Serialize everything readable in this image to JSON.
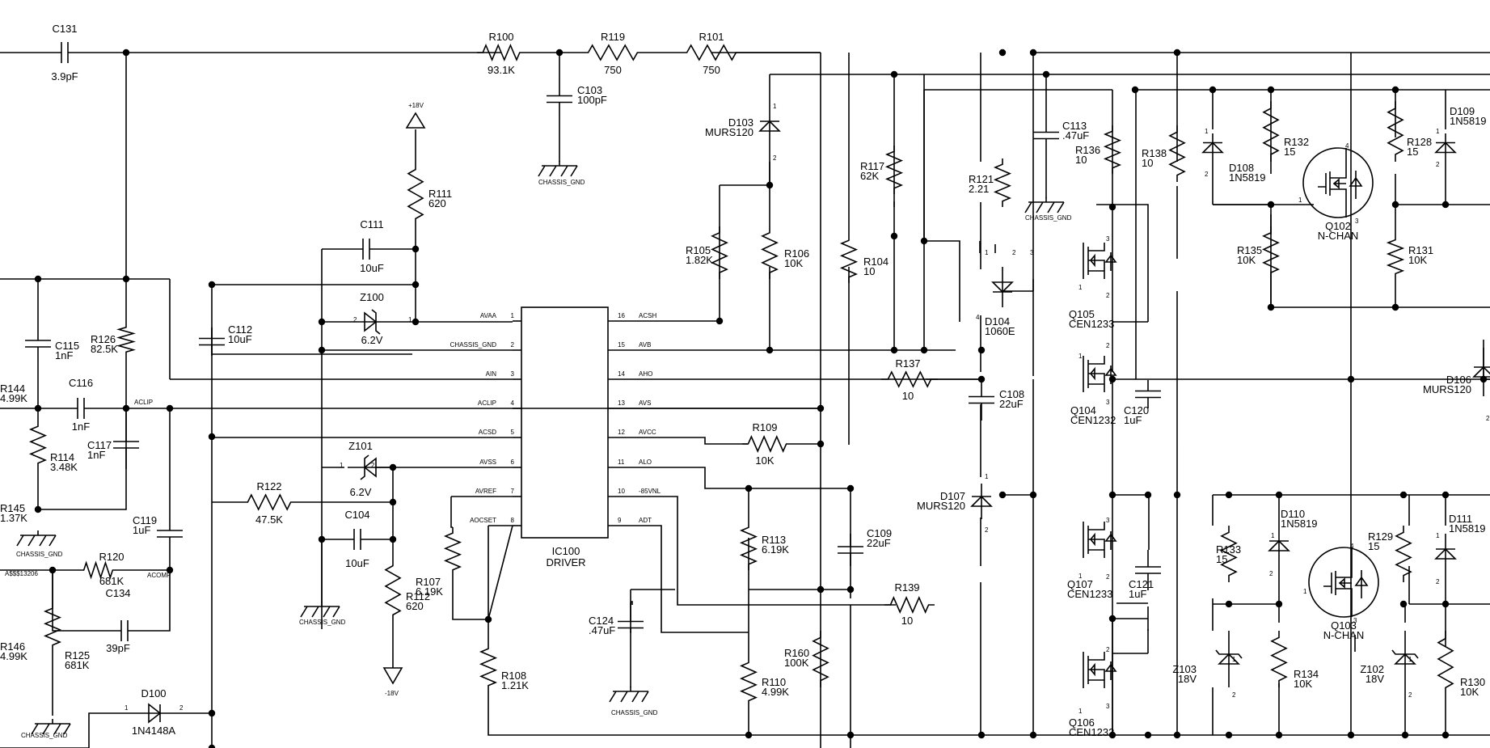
{
  "ic": {
    "ref": "IC100",
    "name": "DRIVER"
  },
  "ic_pins_left": [
    {
      "num": "1",
      "net": "AVAA"
    },
    {
      "num": "2",
      "net": "CHASSIS_GND"
    },
    {
      "num": "3",
      "net": "AIN"
    },
    {
      "num": "4",
      "net": "ACLIP"
    },
    {
      "num": "5",
      "net": "ACSD"
    },
    {
      "num": "6",
      "net": "AVSS"
    },
    {
      "num": "7",
      "net": "AVREF"
    },
    {
      "num": "8",
      "net": "AOCSET"
    }
  ],
  "ic_pins_right": [
    {
      "num": "16",
      "net": "ACSH"
    },
    {
      "num": "15",
      "net": "AVB"
    },
    {
      "num": "14",
      "net": "AHO"
    },
    {
      "num": "13",
      "net": "AVS"
    },
    {
      "num": "12",
      "net": "AVCC"
    },
    {
      "num": "11",
      "net": "ALO"
    },
    {
      "num": "10",
      "net": "-85VNL"
    },
    {
      "num": "9",
      "net": "ADT"
    }
  ],
  "power": {
    "pos": "+18V",
    "neg": "-18V"
  },
  "gnd_label": "CHASSIS_GND",
  "net_labels": {
    "aclip": "ACLIP",
    "acomp": "ACOMP",
    "input": "A$$$13206"
  },
  "parts": [
    {
      "id": "c131",
      "ref": "C131",
      "val": "3.9pF"
    },
    {
      "id": "r100",
      "ref": "R100",
      "val": "93.1K"
    },
    {
      "id": "r119",
      "ref": "R119",
      "val": "750"
    },
    {
      "id": "r101",
      "ref": "R101",
      "val": "750"
    },
    {
      "id": "c103",
      "ref": "C103",
      "val": "100pF"
    },
    {
      "id": "r111",
      "ref": "R111",
      "val": "620"
    },
    {
      "id": "c111",
      "ref": "C111",
      "val": "10uF"
    },
    {
      "id": "z100",
      "ref": "Z100",
      "val": "6.2V"
    },
    {
      "id": "c112",
      "ref": "C112",
      "val": "10uF"
    },
    {
      "id": "c115",
      "ref": "C115",
      "val": "1nF"
    },
    {
      "id": "r126",
      "ref": "R126",
      "val": "82.5K"
    },
    {
      "id": "c116",
      "ref": "C116",
      "val": "1nF"
    },
    {
      "id": "r144",
      "ref": "R144",
      "val": "4.99K"
    },
    {
      "id": "c117",
      "ref": "C117",
      "val": "1nF"
    },
    {
      "id": "r114",
      "ref": "R114",
      "val": "3.48K"
    },
    {
      "id": "r145",
      "ref": "R145",
      "val": "1.37K"
    },
    {
      "id": "c119",
      "ref": "C119",
      "val": "1uF"
    },
    {
      "id": "r120",
      "ref": "R120",
      "val": "681K"
    },
    {
      "id": "c134",
      "ref": "C134",
      "val": "39pF"
    },
    {
      "id": "r146",
      "ref": "R146",
      "val": "4.99K"
    },
    {
      "id": "r125",
      "ref": "R125",
      "val": "681K"
    },
    {
      "id": "d100",
      "ref": "D100",
      "val": "1N4148A"
    },
    {
      "id": "z101",
      "ref": "Z101",
      "val": "6.2V"
    },
    {
      "id": "r122",
      "ref": "R122",
      "val": "47.5K"
    },
    {
      "id": "c104",
      "ref": "C104",
      "val": "10uF"
    },
    {
      "id": "r112",
      "ref": "R112",
      "val": "620"
    },
    {
      "id": "r107",
      "ref": "R107",
      "val": "6.19K"
    },
    {
      "id": "r108",
      "ref": "R108",
      "val": "1.21K"
    },
    {
      "id": "c124",
      "ref": "C124",
      "val": ".47uF"
    },
    {
      "id": "d103",
      "ref": "D103",
      "val": "MURS120"
    },
    {
      "id": "r105",
      "ref": "R105",
      "val": "1.82K"
    },
    {
      "id": "r106",
      "ref": "R106",
      "val": "10K"
    },
    {
      "id": "r109",
      "ref": "R109",
      "val": "10K"
    },
    {
      "id": "r113",
      "ref": "R113",
      "val": "6.19K"
    },
    {
      "id": "r110",
      "ref": "R110",
      "val": "4.99K"
    },
    {
      "id": "r160",
      "ref": "R160",
      "val": "100K"
    },
    {
      "id": "r104",
      "ref": "R104",
      "val": "10"
    },
    {
      "id": "c109",
      "ref": "C109",
      "val": "22uF"
    },
    {
      "id": "r139",
      "ref": "R139",
      "val": "10"
    },
    {
      "id": "r117",
      "ref": "R117",
      "val": "62K"
    },
    {
      "id": "r121",
      "ref": "R121",
      "val": "2.21"
    },
    {
      "id": "c113",
      "ref": "C113",
      "val": ".47uF"
    },
    {
      "id": "d104",
      "ref": "D104",
      "val": "1060E"
    },
    {
      "id": "r137",
      "ref": "R137",
      "val": "10"
    },
    {
      "id": "c108",
      "ref": "C108",
      "val": "22uF"
    },
    {
      "id": "d107",
      "ref": "D107",
      "val": "MURS120"
    },
    {
      "id": "r136",
      "ref": "R136",
      "val": "10"
    },
    {
      "id": "q105",
      "ref": "Q105",
      "val": "CEN1233"
    },
    {
      "id": "q104",
      "ref": "Q104",
      "val": "CEN1232"
    },
    {
      "id": "c120",
      "ref": "C120",
      "val": "1uF"
    },
    {
      "id": "q107",
      "ref": "Q107",
      "val": "CEN1233"
    },
    {
      "id": "c121",
      "ref": "C121",
      "val": "1uF"
    },
    {
      "id": "q106",
      "ref": "Q106",
      "val": "CEN1232"
    },
    {
      "id": "r138",
      "ref": "R138",
      "val": "10"
    },
    {
      "id": "d108",
      "ref": "D108",
      "val": "1N5819"
    },
    {
      "id": "r132",
      "ref": "R132",
      "val": "15"
    },
    {
      "id": "r135",
      "ref": "R135",
      "val": "10K"
    },
    {
      "id": "q102",
      "ref": "Q102",
      "val": "N-CHAN"
    },
    {
      "id": "r128",
      "ref": "R128",
      "val": "15"
    },
    {
      "id": "d109",
      "ref": "D109",
      "val": "1N5819"
    },
    {
      "id": "r131",
      "ref": "R131",
      "val": "10K"
    },
    {
      "id": "d106",
      "ref": "D106",
      "val": "MURS120"
    },
    {
      "id": "r133",
      "ref": "R133",
      "val": "15"
    },
    {
      "id": "d110",
      "ref": "D110",
      "val": "1N5819"
    },
    {
      "id": "q103",
      "ref": "Q103",
      "val": "N-CHAN"
    },
    {
      "id": "r129",
      "ref": "R129",
      "val": "15"
    },
    {
      "id": "d111",
      "ref": "D111",
      "val": "1N5819"
    },
    {
      "id": "z103",
      "ref": "Z103",
      "val": "18V"
    },
    {
      "id": "r134",
      "ref": "R134",
      "val": "10K"
    },
    {
      "id": "z102",
      "ref": "Z102",
      "val": "18V"
    },
    {
      "id": "r130",
      "ref": "R130",
      "val": "10K"
    }
  ]
}
